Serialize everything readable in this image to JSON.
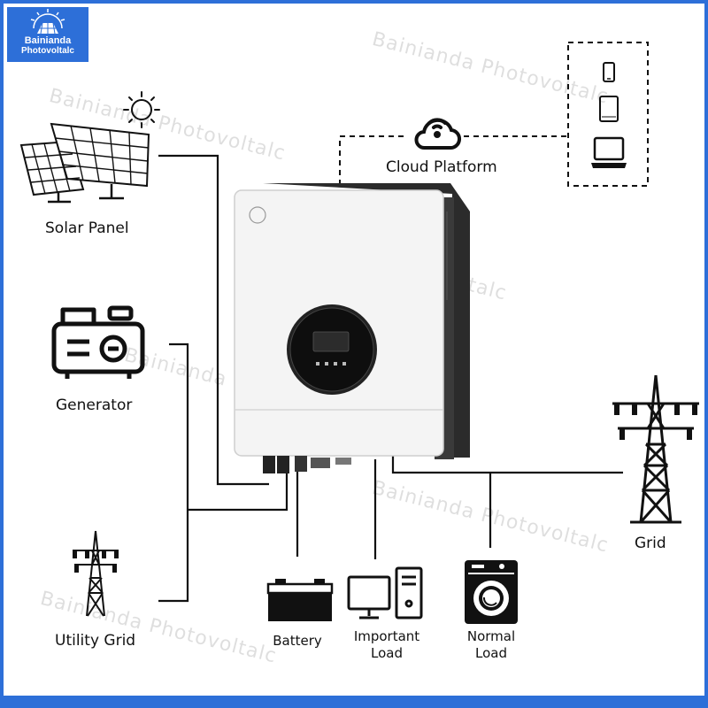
{
  "brand": {
    "line1": "Bainianda",
    "line2": "Photovoltalc"
  },
  "watermark": "Bainianda Photovoltalc",
  "labels": {
    "solar_panel": "Solar Panel",
    "generator": "Generator",
    "utility_grid": "Utility Grid",
    "cloud_platform": "Cloud Platform",
    "battery": "Battery",
    "important_load_1": "Important",
    "important_load_2": "Load",
    "normal_load_1": "Normal",
    "normal_load_2": "Load",
    "grid": "Grid"
  },
  "colors": {
    "frame": "#2d6fd8",
    "line": "#111111",
    "inverter_body": "#f4f4f4",
    "inverter_side": "#2b2b2b"
  },
  "icons": [
    "sun-icon",
    "solar-panel-icon",
    "generator-icon",
    "utility-tower-icon",
    "cloud-wifi-icon",
    "phone-icon",
    "tablet-icon",
    "laptop-icon",
    "battery-icon",
    "desktop-computer-icon",
    "washing-machine-icon",
    "grid-tower-icon",
    "inverter-icon"
  ]
}
